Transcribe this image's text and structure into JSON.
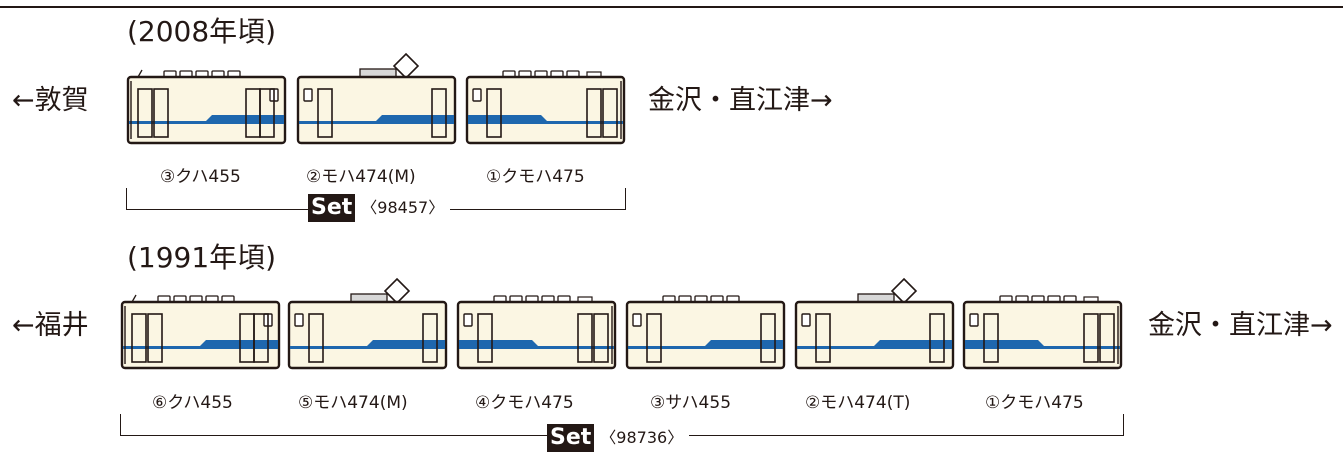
{
  "colors": {
    "body": "#FBF6E3",
    "stripe": "#1E67AE",
    "outline": "#231815",
    "roof": "#FFFFFF"
  },
  "formation_2008": {
    "era": "(2008年頃)",
    "left_dest": "←敦賀",
    "right_dest": "金沢・直江津→",
    "cars": [
      {
        "label": "③クハ455",
        "type": "cab-left"
      },
      {
        "label": "②モハ474(M)",
        "type": "motor"
      },
      {
        "label": "①クモハ475",
        "type": "cab-right"
      }
    ],
    "set_label": "Set",
    "set_number": "〈98457〉"
  },
  "formation_1991": {
    "era": "(1991年頃)",
    "left_dest": "←福井",
    "right_dest": "金沢・直江津→",
    "cars": [
      {
        "label": "⑥クハ455",
        "type": "cab-left"
      },
      {
        "label": "⑤モハ474(M)",
        "type": "motor"
      },
      {
        "label": "④クモハ475",
        "type": "cab-right"
      },
      {
        "label": "③サハ455",
        "type": "trailer"
      },
      {
        "label": "②モハ474(T)",
        "type": "motor"
      },
      {
        "label": "①クモハ475",
        "type": "cab-right"
      }
    ],
    "set_label": "Set",
    "set_number": "〈98736〉"
  }
}
